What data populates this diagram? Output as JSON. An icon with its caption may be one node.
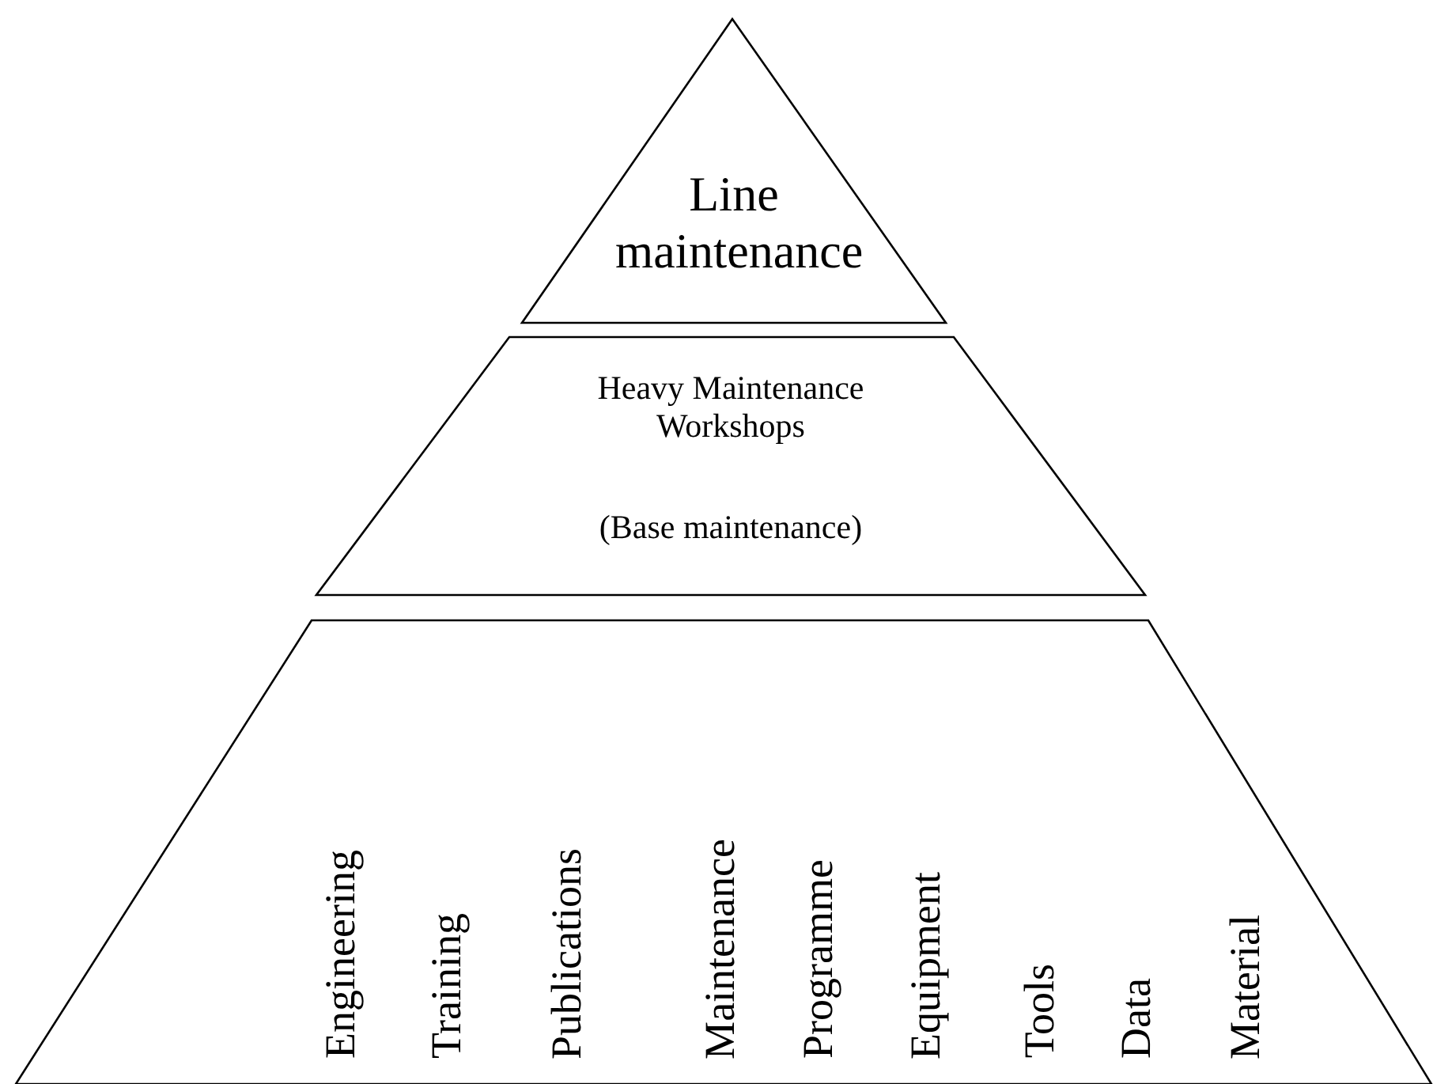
{
  "diagram": {
    "nodes": [
      {
        "text": [
          "Line maintenance"
        ]
      },
      {
        "text": [
          "Heavy Maintenance Workshops",
          "(Base maintenance)"
        ]
      },
      {
        "text": [
          "Engineering",
          "Training",
          "Publications",
          "Maintenance",
          "Programme",
          "Equipment",
          "Tools",
          "Data",
          "Material"
        ]
      }
    ]
  }
}
